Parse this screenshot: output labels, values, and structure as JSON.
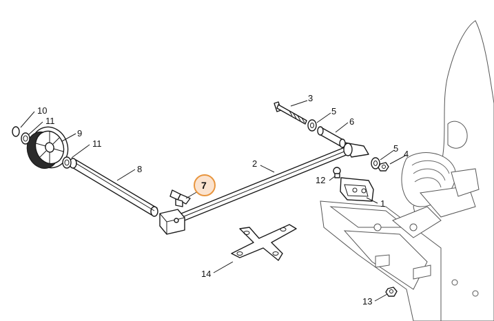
{
  "diagram": {
    "callouts": [
      {
        "label": "1"
      },
      {
        "label": "2"
      },
      {
        "label": "3"
      },
      {
        "label": "4"
      },
      {
        "label": "5"
      },
      {
        "label": "5"
      },
      {
        "label": "6"
      },
      {
        "label": "7",
        "highlighted": true
      },
      {
        "label": "8"
      },
      {
        "label": "9"
      },
      {
        "label": "10"
      },
      {
        "label": "11"
      },
      {
        "label": "11"
      },
      {
        "label": "12"
      },
      {
        "label": "13"
      },
      {
        "label": "14"
      }
    ],
    "highlight_color": "#e8953e"
  }
}
